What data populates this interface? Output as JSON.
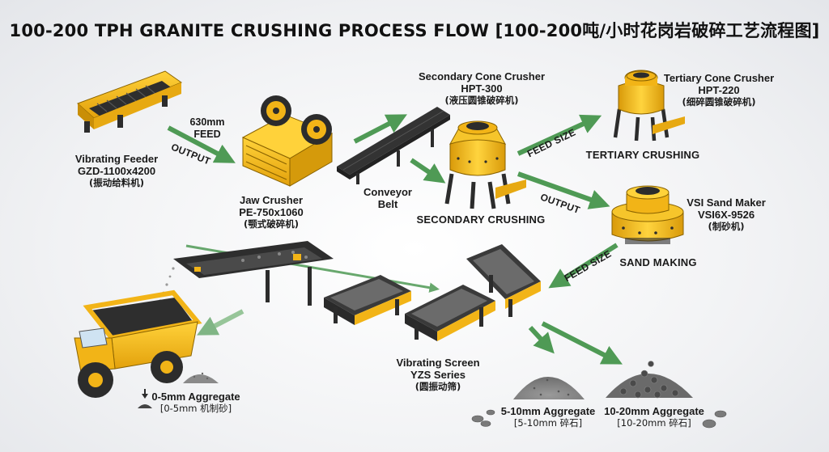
{
  "title": "100-200 TPH GRANITE CRUSHING PROCESS FLOW [100-200吨/小时花岗岩破碎工艺流程图]",
  "equipment": {
    "vibrating_feeder": {
      "name": "Vibrating Feeder",
      "model": "GZD-1100x4200",
      "cn": "(振动给料机)"
    },
    "jaw_crusher": {
      "name": "Jaw Crusher",
      "model": "PE-750x1060",
      "cn": "(颚式破碎机)"
    },
    "conveyor_belt": {
      "name": "Conveyor",
      "name2": "Belt"
    },
    "secondary_cone": {
      "name": "Secondary Cone Crusher",
      "model": "HPT-300",
      "cn": "(液压圆锥破碎机)"
    },
    "tertiary_cone": {
      "name": "Tertiary Cone Crusher",
      "model": "HPT-220",
      "cn": "(细碎圆锥破碎机)"
    },
    "vsi_sand_maker": {
      "name": "VSI Sand Maker",
      "model": "VSI6X-9526",
      "cn": "(制砂机)"
    },
    "vibrating_screen": {
      "name": "Vibrating Screen",
      "model": "YZS Series",
      "cn": "(圆振动筛)"
    }
  },
  "stages": {
    "secondary": "SECONDARY CRUSHING",
    "tertiary": "TERTIARY CRUSHING",
    "sand": "SAND MAKING"
  },
  "arrow_labels": {
    "feed_630_line1": "630mm",
    "feed_630_line2": "FEED",
    "output_1": "OUTPUT",
    "output_2": "OUTPUT",
    "feed_size_1": "FEED SIZE",
    "feed_size_2": "FEED SIZE"
  },
  "products": {
    "agg_0_5": {
      "name": "0-5mm Aggregate",
      "cn": "[0-5mm 机制砂]"
    },
    "agg_5_10": {
      "name": "5-10mm Aggregate",
      "cn": "[5-10mm 碎石]"
    },
    "agg_10_20": {
      "name": "10-20mm Aggregate",
      "cn": "[10-20mm 碎石]"
    }
  },
  "colors": {
    "machine_yellow": "#f2b417",
    "machine_dark": "#2c2c2c",
    "arrow_green": "#4f9a55"
  }
}
